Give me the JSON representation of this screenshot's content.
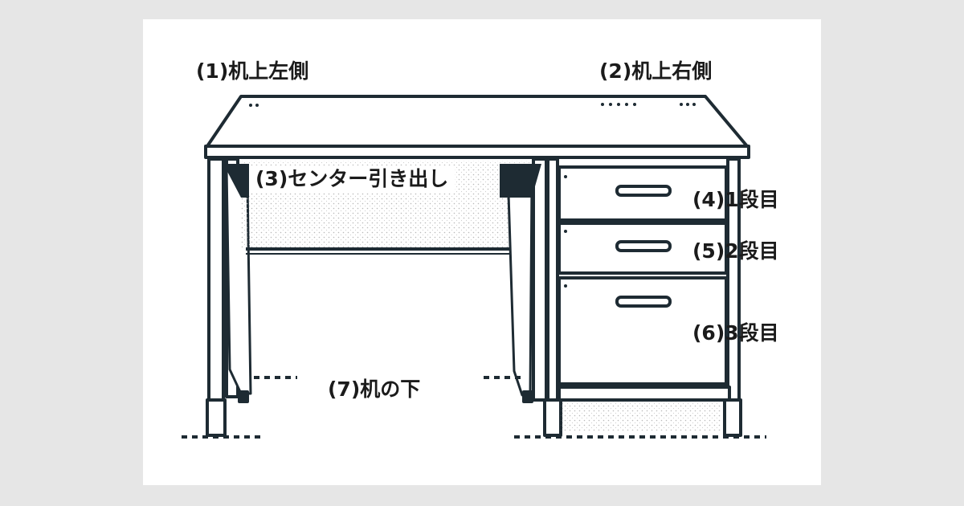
{
  "labels": {
    "desk_top_left": "(1)机上左側",
    "desk_top_right": "(2)机上右側",
    "center_drawer": "(3)センター引き出し",
    "drawer_1": "(4)1段目",
    "drawer_2": "(5)2段目",
    "drawer_3": "(6)3段目",
    "under_desk": "(7)机の下"
  },
  "colors": {
    "background": "#e6e6e6",
    "panel": "#ffffff",
    "line": "#1e2b33",
    "text": "#1b1b1b"
  }
}
